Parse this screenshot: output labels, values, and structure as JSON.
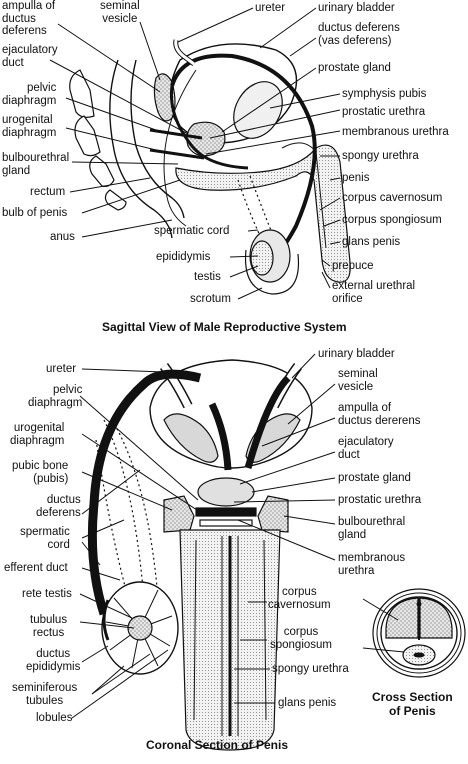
{
  "sagittal": {
    "caption": "Sagittal View of Male Reproductive System",
    "labels": {
      "ampulla": "ampulla of\nductus\ndeferens",
      "seminal_vesicle": "seminal\nvesicle",
      "ureter": "ureter",
      "urinary_bladder": "urinary bladder",
      "ductus_deferens": "ductus deferens\n(vas deferens)",
      "ejaculatory_duct": "ejaculatory\nduct",
      "prostate_gland": "prostate gland",
      "pelvic_diaphragm": "pelvic\ndiaphragm",
      "symphysis_pubis": "symphysis pubis",
      "urogenital_diaphragm": "urogenital\ndiaphragm",
      "prostatic_urethra": "prostatic urethra",
      "membranous_urethra": "membranous urethra",
      "bulbourethral_gland": "bulbourethral\ngland",
      "spongy_urethra": "spongy urethra",
      "rectum": "rectum",
      "penis": "penis",
      "corpus_cavernosum": "corpus cavernosum",
      "bulb_of_penis": "bulb of penis",
      "corpus_spongiosum": "corpus spongiosum",
      "spermatic_cord": "spermatic cord",
      "anus": "anus",
      "glans_penis": "glans penis",
      "epididymis": "epididymis",
      "prepuce": "prepuce",
      "testis": "testis",
      "external_urethral_orifice": "external urethral\norifice",
      "scrotum": "scrotum"
    }
  },
  "coronal": {
    "caption": "Coronal Section of Penis",
    "labels": {
      "ureter": "ureter",
      "urinary_bladder": "urinary bladder",
      "pelvic_diaphragm": "pelvic\ndiaphragm",
      "seminal_vesicle": "seminal\nvesicle",
      "ampulla": "ampulla of\nductus dererens",
      "urogenital_diaphragm": "urogenital\ndiaphragm",
      "ejaculatory_duct": "ejaculatory\nduct",
      "pubic_bone": "pubic bone\n(pubis)",
      "prostate_gland": "prostate gland",
      "ductus_deferens": "ductus\ndeferens",
      "prostatic_urethra": "prostatic urethra",
      "bulbourethral_gland": "bulbourethral\ngland",
      "spermatic_cord": "spermatic\ncord",
      "membranous_urethra": "membranous\nurethra",
      "efferent_duct": "efferent duct",
      "corpus_cavernosum": "corpus\ncavernosum",
      "rete_testis": "rete testis",
      "tubulus_rectus": "tubulus\nrectus",
      "corpus_spongiosum": "corpus\nspongiosum",
      "ductus_epididymis": "ductus\nepididymis",
      "spongy_urethra": "spongy urethra",
      "seminiferous_tubules": "seminiferous\ntubules",
      "glans_penis": "glans penis",
      "lobules": "lobules"
    }
  },
  "cross_section": {
    "caption": "Cross Section\nof Penis"
  }
}
